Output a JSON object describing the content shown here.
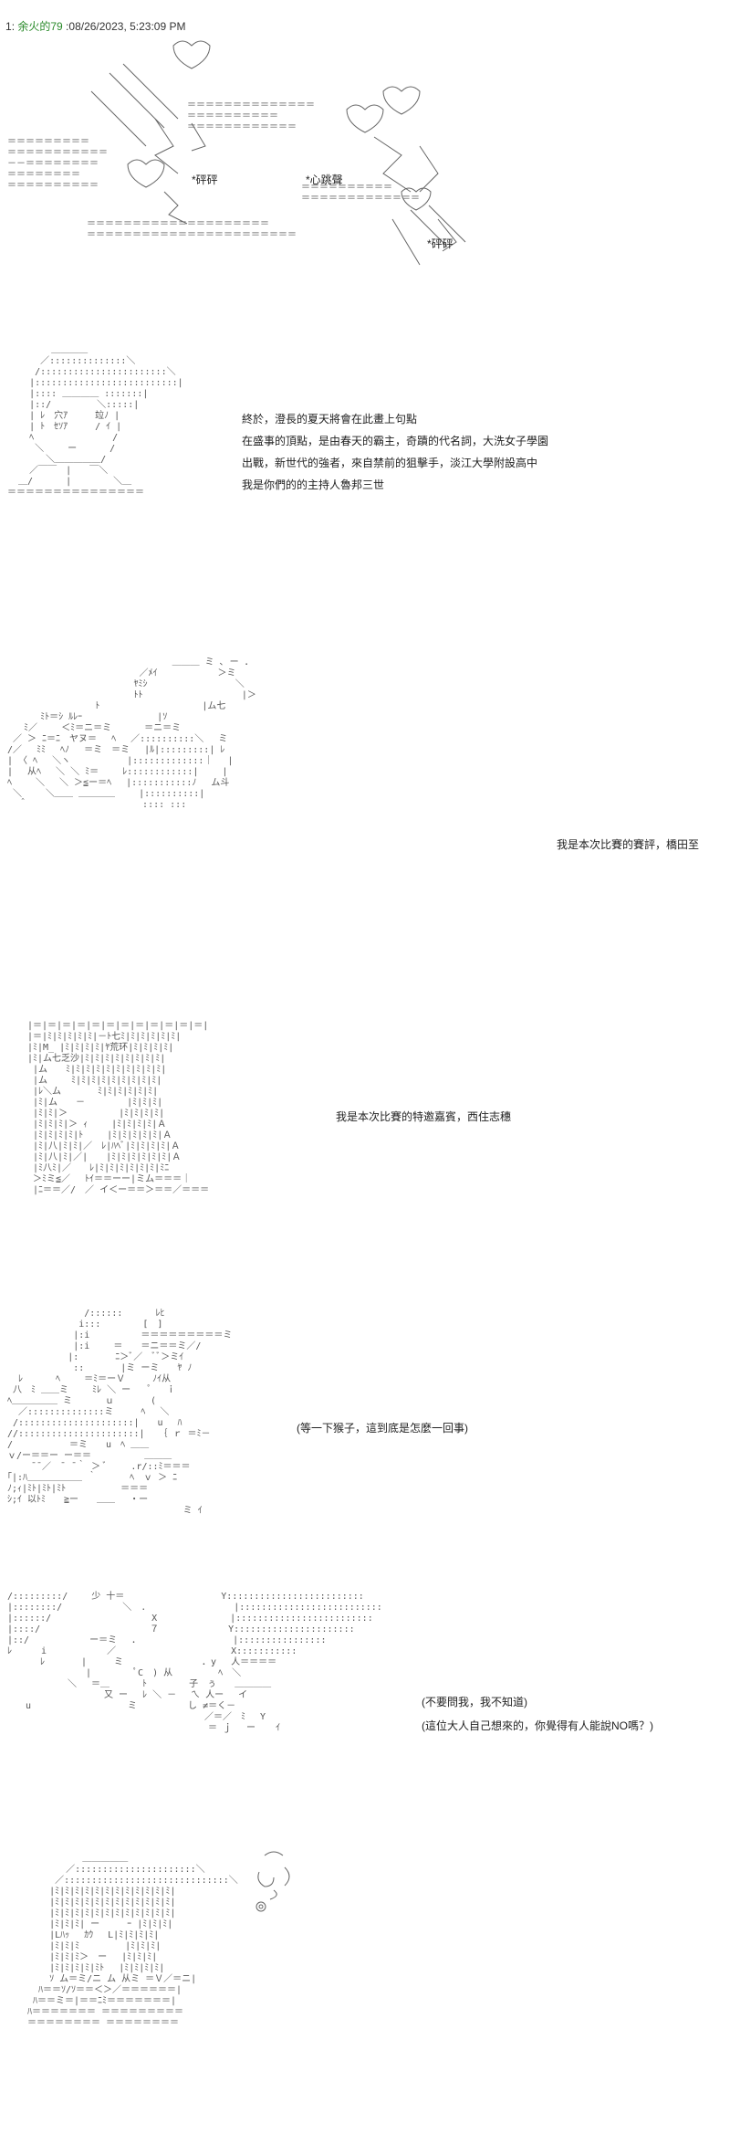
{
  "header": {
    "post_number": "1",
    "poster_name": "余火的79",
    "timestamp": "08/26/2023, 5:23:09 PM"
  },
  "panel1": {
    "sfx_left": "*砰砰",
    "sfx_mid": "*心跳聲",
    "sfx_right": "*砰砰"
  },
  "panel2": {
    "lines": [
      "終於，澄長的夏天將會在此畫上句點",
      "在盛事的頂點，是由春天的霸主，奇蹟的代名詞，大洗女子學園",
      "出戰，新世代的強者，來自禁前的狙擊手，淡江大學附設高中",
      "我是你們的的主持人魯邦三世"
    ]
  },
  "panel3": {
    "line": "我是本次比賽的賽評，橋田至"
  },
  "panel4": {
    "line": "我是本次比賽的特邀嘉賓，西住志穗"
  },
  "panel5": {
    "line": "(等一下猴子，這到底是怎麼一回事)"
  },
  "panel6": {
    "lines": [
      "(不要問我，我不知道)",
      "(這位大人自己想來的，你覺得有人能說NO嗎？)"
    ]
  }
}
